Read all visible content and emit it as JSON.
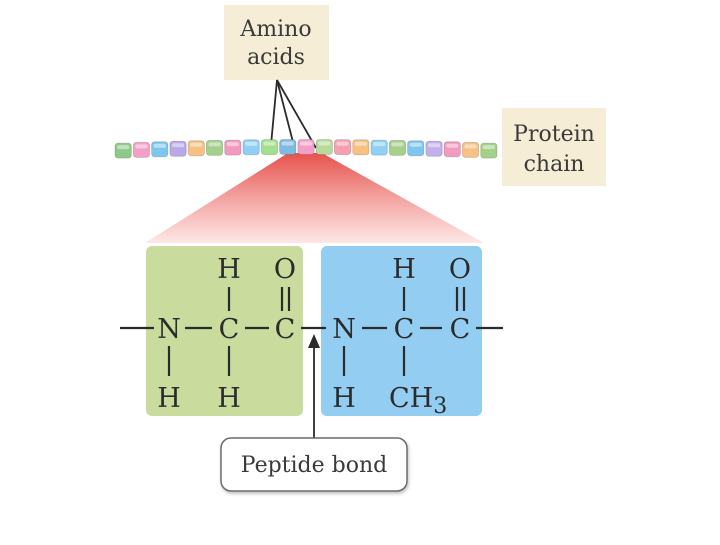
{
  "labels": {
    "amino_acids_line1": "Amino",
    "amino_acids_line2": "acids",
    "protein_chain_line1": "Protein",
    "protein_chain_line2": "chain",
    "peptide_bond": "Peptide bond"
  },
  "chain_colors": [
    "#8fc98a",
    "#f2a0c8",
    "#7fc6ef",
    "#b9a9e6",
    "#f6c183",
    "#a4d08a",
    "#f29ac0",
    "#8fd0f4",
    "#a3e08d",
    "#7fbbe0",
    "#f2a0c8",
    "#b7d99a",
    "#f4a0b0",
    "#f6c183",
    "#8fd0f4",
    "#a4d08a",
    "#7fc6ef",
    "#c2b0ea",
    "#f29ac0",
    "#f6c183",
    "#a4d08a"
  ],
  "chem": {
    "h": "H",
    "o": "O",
    "n": "N",
    "c": "C",
    "ch3_base": "CH",
    "ch3_sub": "3"
  },
  "colors": {
    "green_residue": "#c9dc9e",
    "blue_residue": "#93cdf2",
    "label_box": "#f6edd6",
    "fan_top": "#e8645c"
  }
}
